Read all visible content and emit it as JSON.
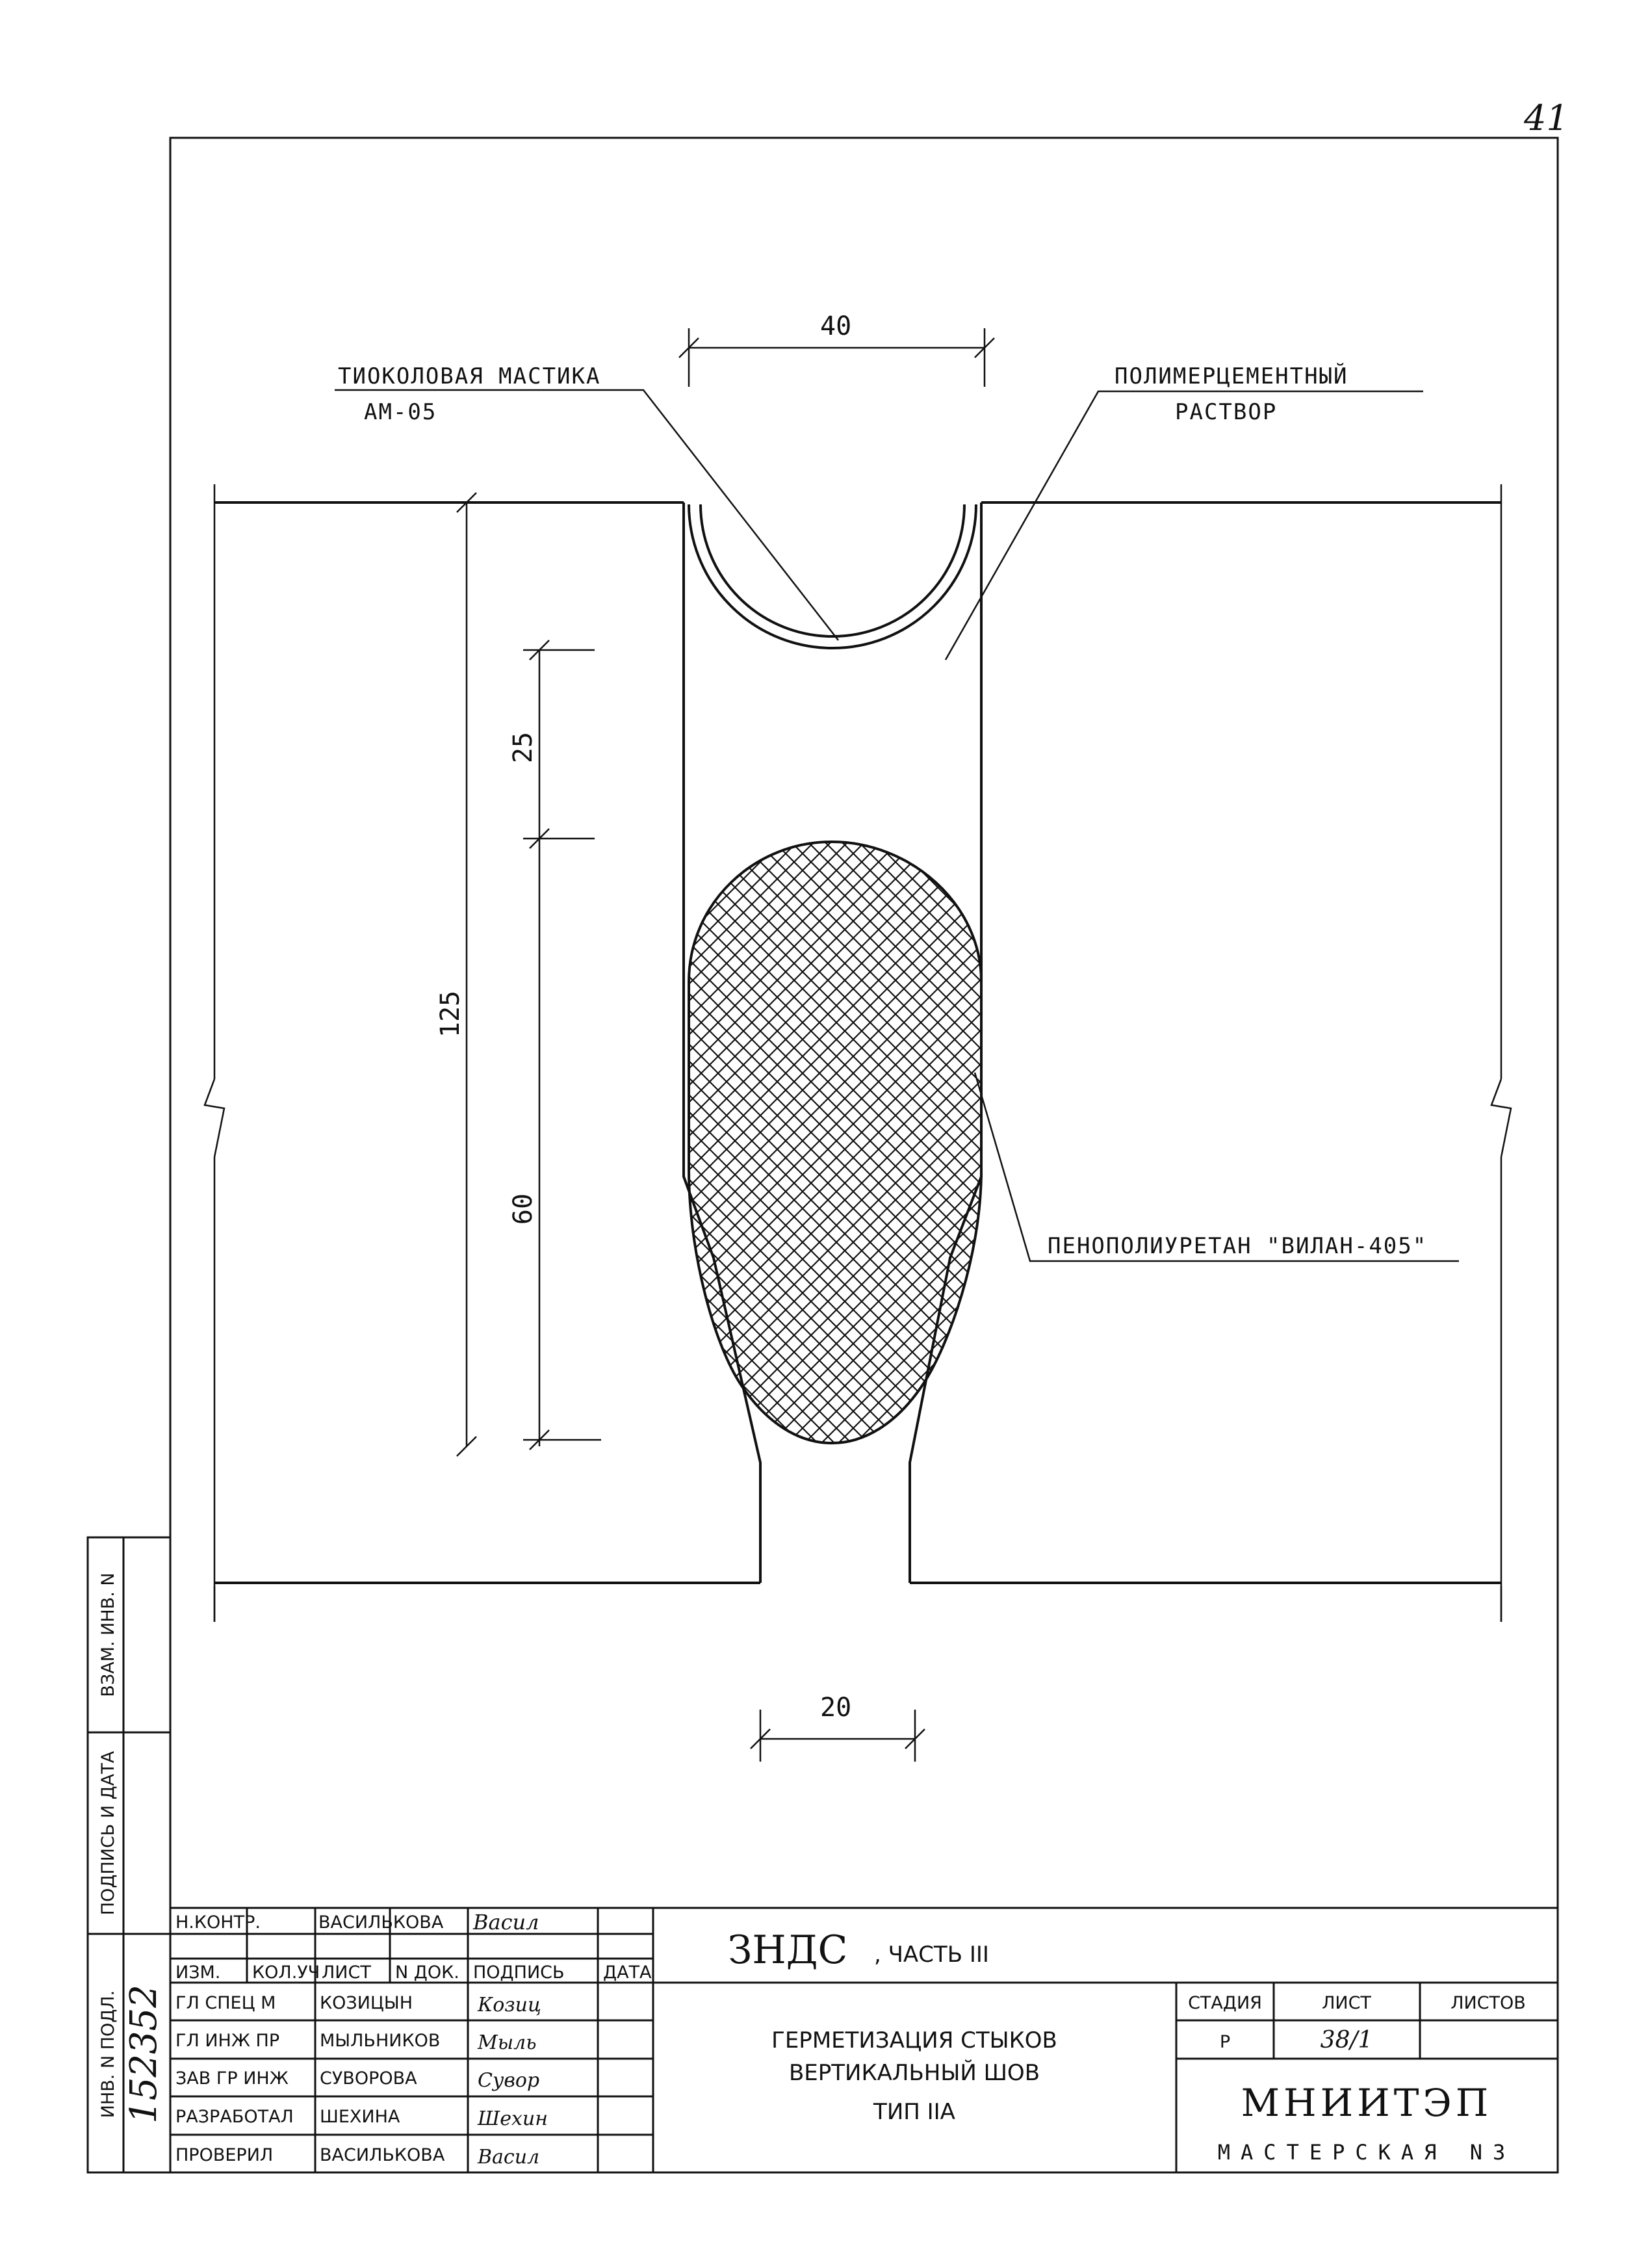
{
  "page_number": "41",
  "labels": {
    "mastic_line1": "ТИОКОЛОВАЯ МАСТИКА",
    "mastic_line2": "АМ-05",
    "mortar_line1": "ПОЛИМЕРЦЕМЕНТНЫЙ",
    "mortar_line2": "РАСТВОР",
    "foam": "ПЕНОПОЛИУРЕТАН \"ВИЛАН-405\""
  },
  "dimensions": {
    "top_width": "40",
    "depth_25": "25",
    "total_125": "125",
    "depth_60": "60",
    "bottom_width": "20"
  },
  "side_stamps": {
    "vzam_inv": "ВЗАМ. ИНВ. N",
    "podpis_data": "ПОДПИСЬ И ДАТА",
    "inv_podl": "ИНВ. N ПОДЛ.",
    "inv_number": "152352"
  },
  "title_block": {
    "top_rows": [
      {
        "role": "Н.КОНТР.",
        "name": "ВАСИЛЬКОВА",
        "sign": "Васил"
      }
    ],
    "header": {
      "izm": "ИЗМ.",
      "kol": "КОЛ.УЧ",
      "list": "ЛИСТ",
      "ndok": "N ДОК.",
      "podpis": "ПОДПИСЬ",
      "data": "ДАТА"
    },
    "staff": [
      {
        "role": "ГЛ СПЕЦ М",
        "name": "КОЗИЦЫН",
        "sign": "Козиц"
      },
      {
        "role": "ГЛ ИНЖ ПР",
        "name": "МЫЛЬНИКОВ",
        "sign": "Мыль"
      },
      {
        "role": "ЗАВ ГР ИНЖ",
        "name": "СУВОРОВА",
        "sign": "Сувор"
      },
      {
        "role": "РАЗРАБОТАЛ",
        "name": "ШЕХИНА",
        "sign": "Шехин"
      },
      {
        "role": "ПРОВЕРИЛ",
        "name": "ВАСИЛЬКОВА",
        "sign": "Васил"
      }
    ],
    "project": "ЗНДС",
    "project_part": ", ЧАСТЬ III",
    "title_line1": "ГЕРМЕТИЗАЦИЯ СТЫКОВ",
    "title_line2": "ВЕРТИКАЛЬНЫЙ ШОВ",
    "title_line3": "ТИП IIА",
    "stage_label": "СТАДИЯ",
    "sheet_label": "ЛИСТ",
    "sheets_label": "ЛИСТОВ",
    "stage_value": "Р",
    "sheet_value": "38/1",
    "sheets_value": "",
    "org": "МНИИТЭП",
    "org_sub": "МАСТЕРСКАЯ N3"
  }
}
